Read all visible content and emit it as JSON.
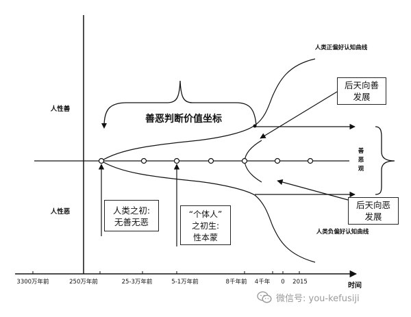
{
  "labels": {
    "good_side": "人性善",
    "evil_side": "人性恶",
    "coordinate": "善恶判断价值坐标",
    "upper_curve": "人类正偏好认知曲线",
    "lower_curve": "人类负偏好认知曲线",
    "axis_name": "时间",
    "outlook_1": "善",
    "outlook_2": "恶",
    "outlook_3": "观"
  },
  "ticks": [
    "3300万年前",
    "250万年前",
    "25-3万年前",
    "5-1万年前",
    "8千年前",
    "4千年",
    "0",
    "2015"
  ],
  "boxes": {
    "origin_line1": "人类之初:",
    "origin_line2": "无善无恶",
    "individual_line1": "“个体人”",
    "individual_line2": "之初生:",
    "individual_line3": "性本蒙",
    "good_dev_line1": "后天向善",
    "good_dev_line2": "发展",
    "evil_dev_line1": "后天向恶",
    "evil_dev_line2": "发展"
  },
  "watermark": {
    "text": "微信号: you-kefusiji",
    "icon": "wechat-icon"
  }
}
